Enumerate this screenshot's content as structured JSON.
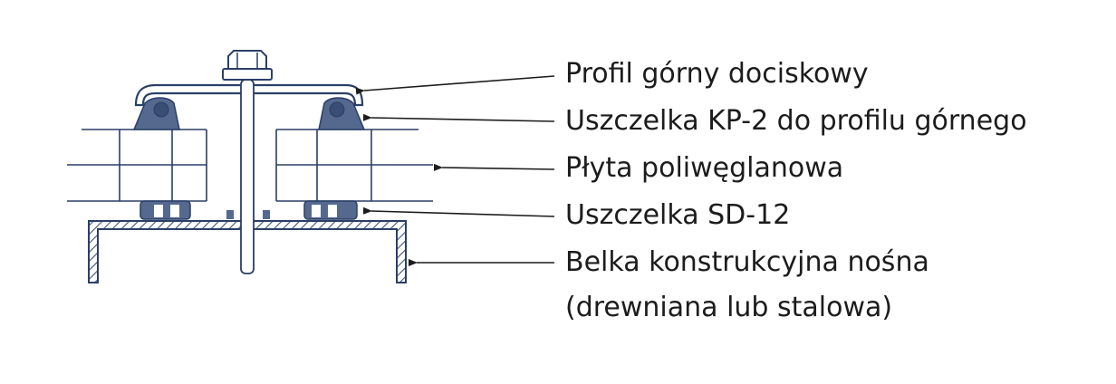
{
  "labels": {
    "top_profile": "Profil górny dociskowy",
    "gasket_kp2": "Uszczelka KP-2 do profilu górnego",
    "polycarbonate_sheet": "Płyta poliwęglanowa",
    "gasket_sd12": "Uszczelka SD-12",
    "beam_line1": "Belka konstrukcyjna nośna",
    "beam_line2": "(drewniana lub stalowa)"
  },
  "colors": {
    "line": "#2a3f66",
    "gasket": "#55698f",
    "hatch": "#3f5279",
    "text": "#1c1c1c"
  }
}
